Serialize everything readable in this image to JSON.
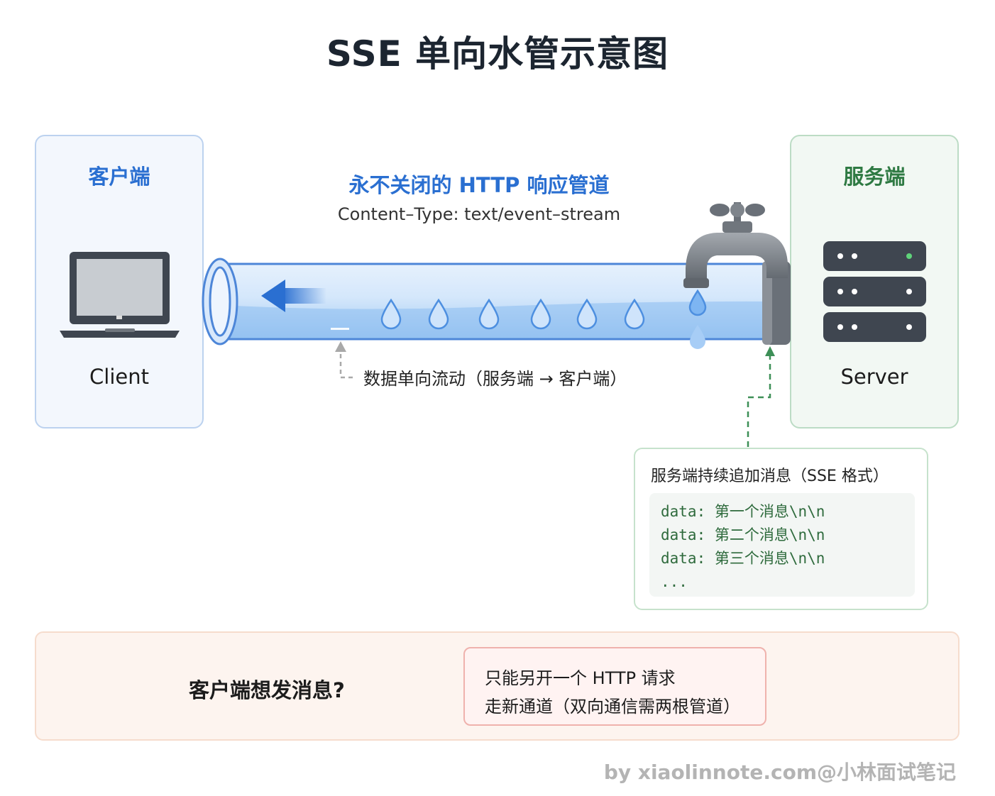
{
  "title": "SSE 单向水管示意图",
  "client": {
    "heading": "客户端",
    "label": "Client"
  },
  "server": {
    "heading": "服务端",
    "label": "Server"
  },
  "pipe": {
    "title": "永不关闭的 HTTP 响应管道",
    "subtitle": "Content–Type: text/event–stream",
    "flow_label": "数据单向流动（服务端 → 客户端）"
  },
  "sse_box": {
    "heading": "服务端持续追加消息（SSE 格式）",
    "lines": [
      "data: 第一个消息\\n\\n",
      "data: 第二个消息\\n\\n",
      "data: 第三个消息\\n\\n",
      "..."
    ]
  },
  "bottom": {
    "question": "客户端想发消息?",
    "answer_line1": "只能另开一个 HTTP 请求",
    "answer_line2": "走新通道（双向通信需两根管道）"
  },
  "watermark": "by xiaolinnote.com@小林面试笔记",
  "colors": {
    "client_blue": "#2a6fd1",
    "server_green": "#2f7a43",
    "water": "#5aa1ec"
  }
}
